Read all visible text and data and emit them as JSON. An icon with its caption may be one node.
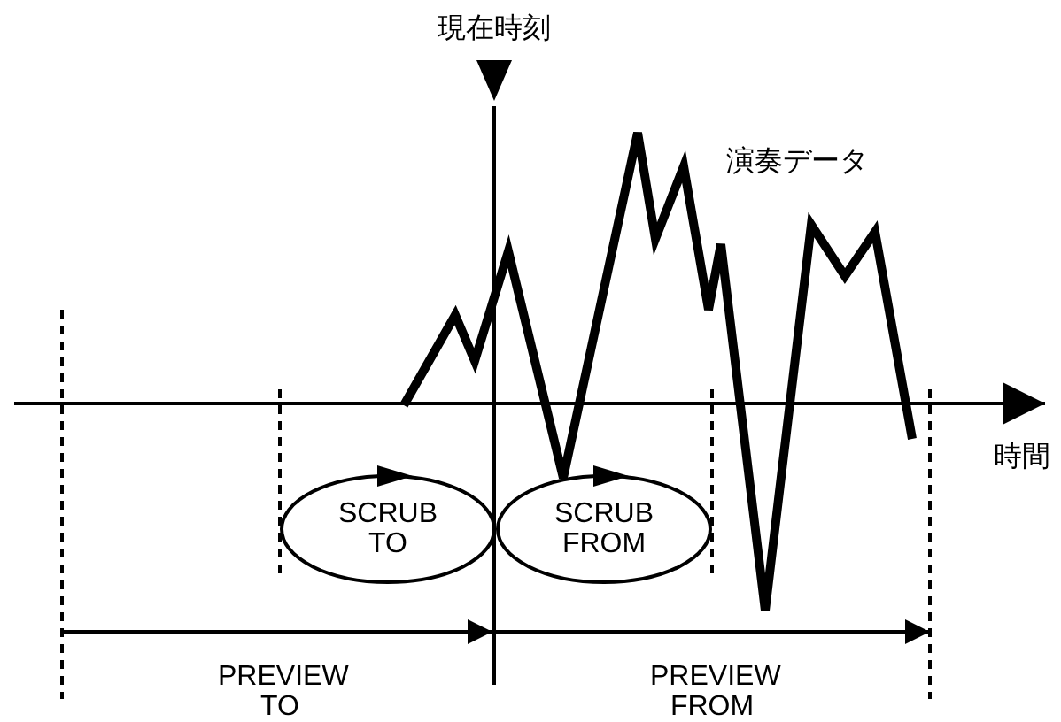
{
  "diagram": {
    "nodes": [
      {
        "text": [
          "SCRUB TO"
        ]
      },
      {
        "text": [
          "SCRUB FROM"
        ]
      }
    ],
    "edges": [],
    "labels": [
      "現在時刻",
      "演奏データ",
      "時間",
      "PREVIEW TO",
      "PREVIEW FROM"
    ]
  }
}
